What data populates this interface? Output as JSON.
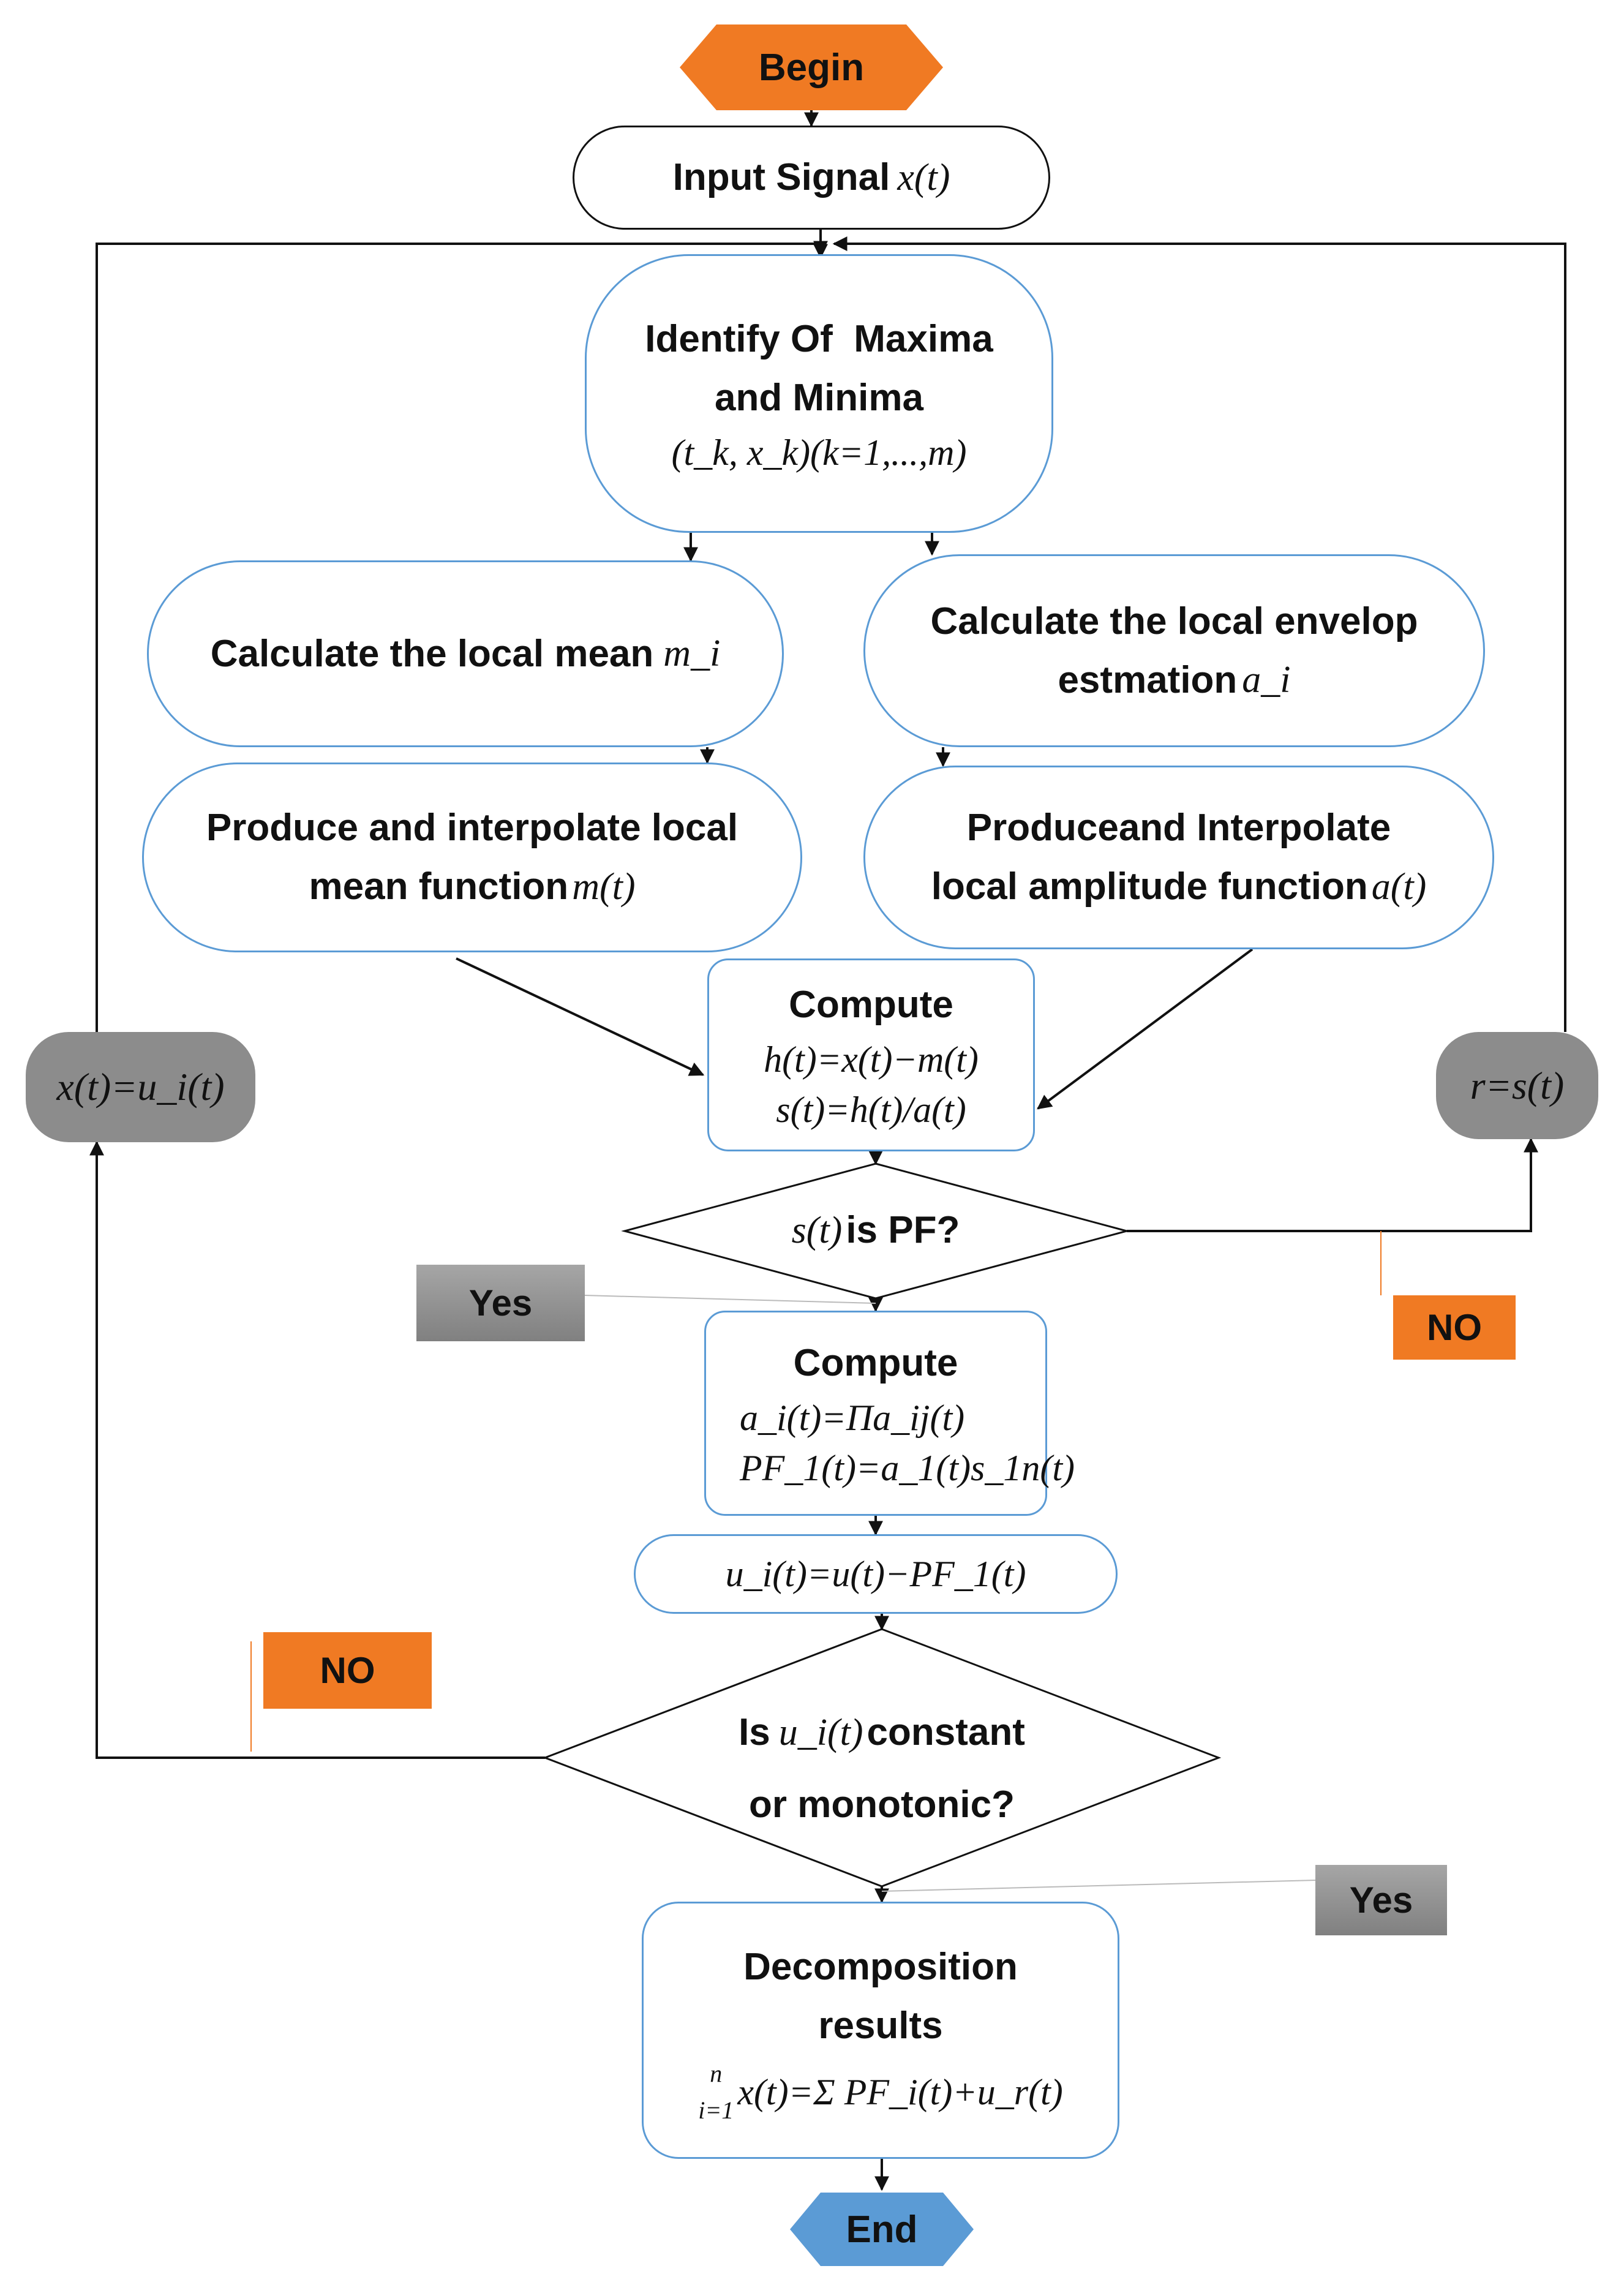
{
  "terminals": {
    "begin": "Begin",
    "end": "End"
  },
  "input": {
    "label": "Input Signal",
    "math": "x(t)"
  },
  "identify": {
    "line1": "Identify Of  Maxima",
    "line2": "and Minima",
    "math": "(t_k, x_k)(k=1,...,m)"
  },
  "local_mean": {
    "label": "Calculate the local mean",
    "math": "m_i"
  },
  "local_envelope": {
    "line1": "Calculate the local envelop",
    "line2": "estmation",
    "math": "a_i"
  },
  "mean_function": {
    "line1": "Produce and interpolate local",
    "line2": "mean function",
    "math": "m(t)"
  },
  "amplitude_function": {
    "line1": "Produceand Interpolate",
    "line2": "local amplitude function",
    "math": "a(t)"
  },
  "compute1": {
    "title": "Compute",
    "eq1": "h(t)=x(t)−m(t)",
    "eq2": "s(t)=h(t)/a(t)"
  },
  "pf_decision": {
    "math": "s(t)",
    "label": "is PF?"
  },
  "compute2": {
    "title": "Compute",
    "eq1": "a_i(t)=Πa_ij(t)",
    "eq2": "PF_1(t)=a_1(t)s_1n(t)"
  },
  "residual_update": {
    "eq": "u_i(t)=u(t)−PF_1(t)"
  },
  "mono_decision": {
    "pre": "Is",
    "math": "u_i(t)",
    "post": "constant",
    "line2": "or monotonic?"
  },
  "results": {
    "line1": "Decomposition",
    "line2": "results",
    "eq": "x(t)=Σ PF_i(t)+u_r(t)",
    "sum_upper": "n",
    "sum_lower": "i=1"
  },
  "side_left": "x(t)=u_i(t)",
  "side_right": "r=s(t)",
  "labels": {
    "yes_pf": "Yes",
    "no_pf": "NO",
    "no_mono": "NO",
    "yes_mono": "Yes"
  },
  "colors": {
    "box_border": "#5b9bd5",
    "begin_fill": "#f07a23",
    "end_fill": "#5b9bd5",
    "gray_fill": "#8c8c8c",
    "no_fill": "#f07a23",
    "yes_fill": "#999999"
  }
}
